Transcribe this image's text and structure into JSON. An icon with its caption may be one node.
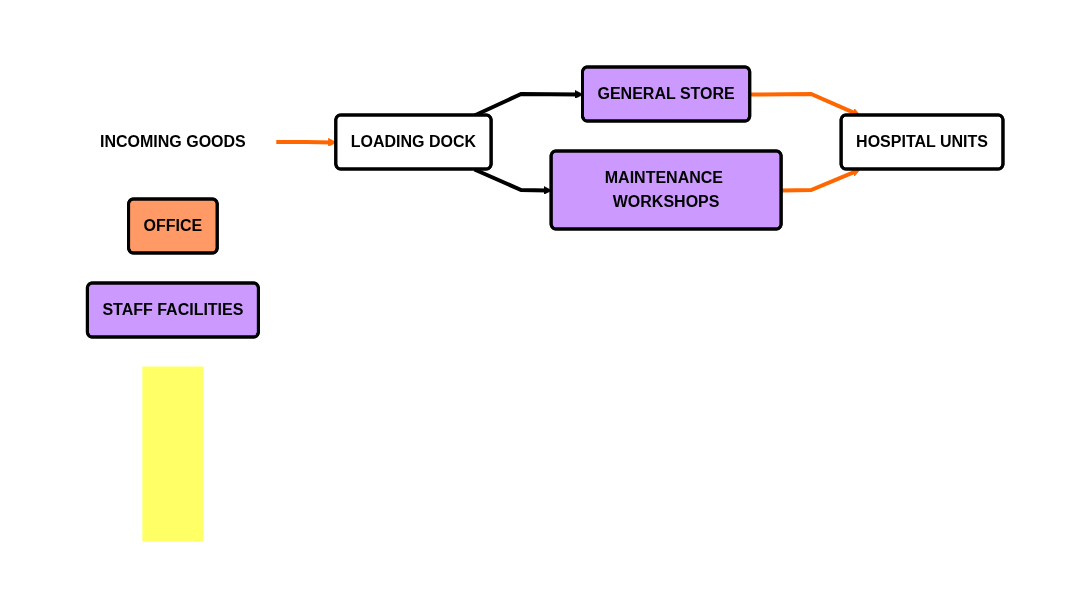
{
  "diagram": {
    "nodes": [
      {
        "text": [
          "INCOMING GOODS"
        ]
      },
      {
        "text": [
          "LOADING DOCK"
        ]
      },
      {
        "text": [
          "GENERAL STORE"
        ]
      },
      {
        "text": [
          "OFFICE"
        ]
      },
      {
        "text": [
          "STAFF FACILITIES"
        ]
      },
      {
        "text": [
          "MAINTENANCE WORKSHOPS"
        ]
      },
      {
        "text": [],
        "shape": "bar"
      },
      {
        "text": [
          "HOSPITAL UNITS"
        ]
      }
    ],
    "edges": [
      {
        "from": 0,
        "to": 1,
        "arrow": "to"
      },
      {
        "from": 1,
        "to": 2,
        "arrow": "to",
        "color": "#000000"
      },
      {
        "from": 1,
        "to": 5,
        "arrow": "to",
        "color": "#000000"
      },
      {
        "from": 2,
        "to": 7,
        "arrow": "to"
      },
      {
        "from": 5,
        "to": 7,
        "arrow": "to"
      }
    ]
  }
}
